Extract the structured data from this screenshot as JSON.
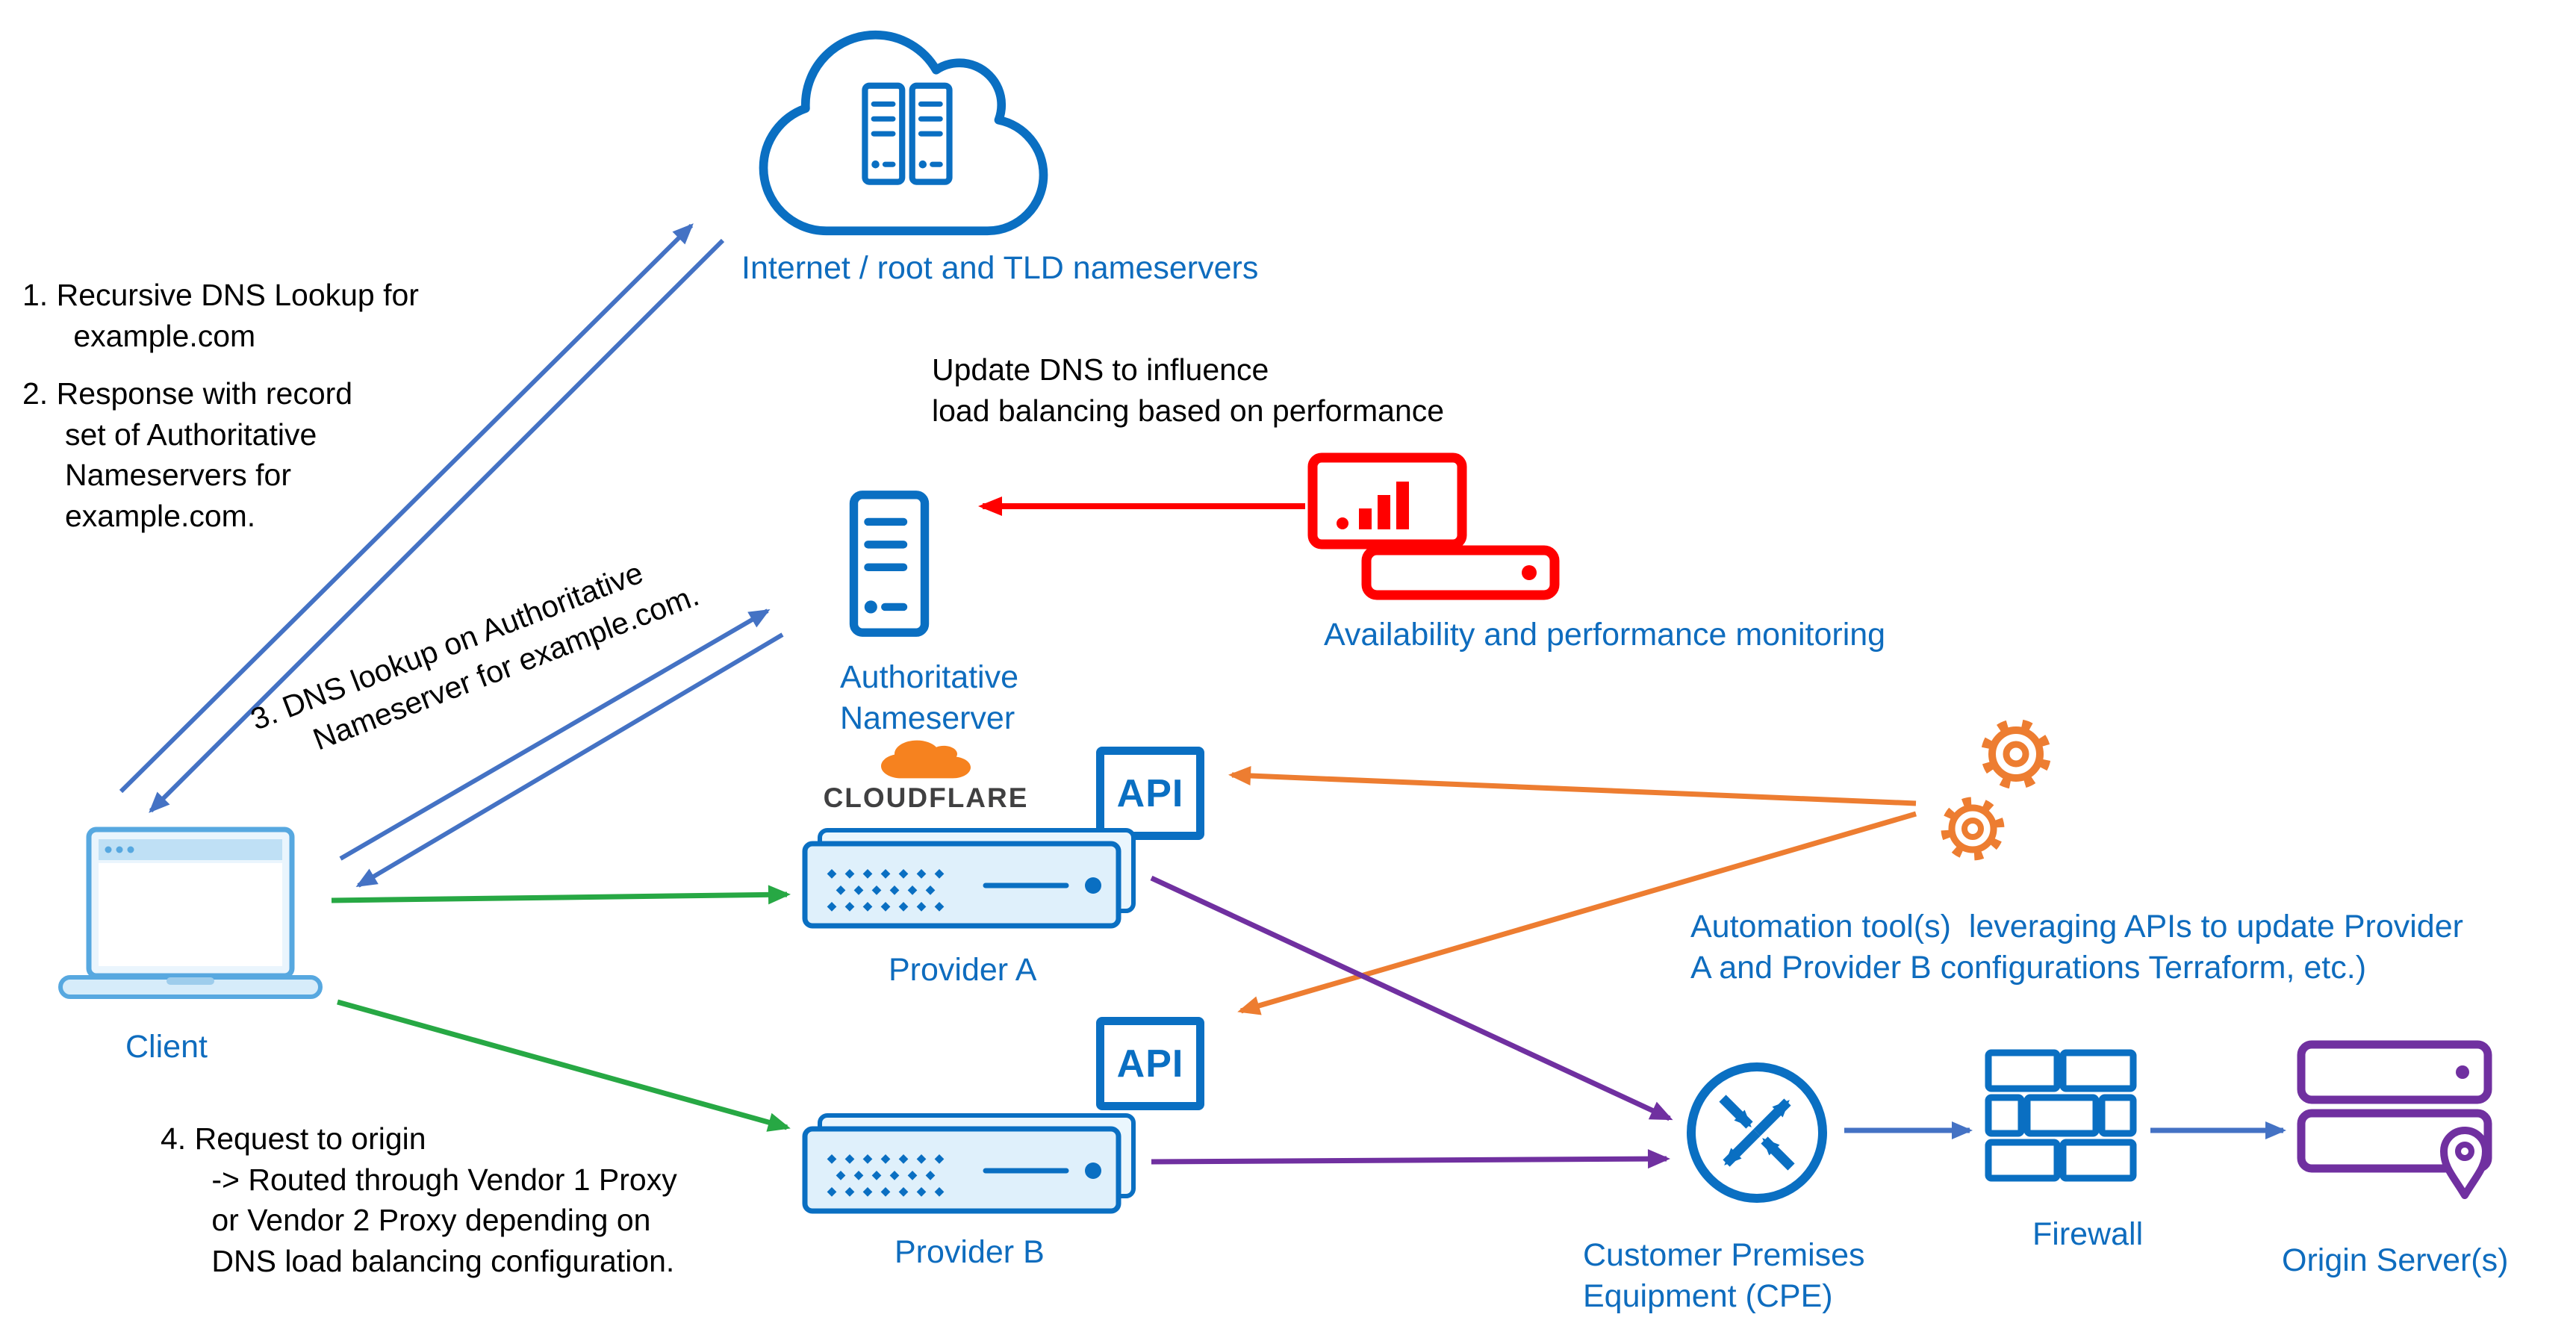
{
  "colors": {
    "icon_blue": "#0a6fc2",
    "label_blue": "#0e6cbe",
    "arrow_blue": "#4472c4",
    "monitor_red": "#ff0000",
    "request_green": "#27a844",
    "automation_orange": "#ed7d31",
    "proxy_purple": "#7030a0",
    "cloudflare_orange": "#f6821f",
    "text_black": "#000000"
  },
  "nodes": {
    "internet": {
      "label": "Internet / root and TLD nameservers"
    },
    "authoritative_ns": {
      "label": "Authoritative\nNameserver"
    },
    "monitoring": {
      "label": "Availability and performance monitoring"
    },
    "client": {
      "label": "Client"
    },
    "provider_a": {
      "label": "Provider A",
      "api_label": "API",
      "vendor_wordmark": "CLOUDFLARE"
    },
    "provider_b": {
      "label": "Provider B",
      "api_label": "API"
    },
    "automation": {
      "label": "Automation tool(s)  leveraging APIs to update Provider\nA and Provider B configurations Terraform, etc.)"
    },
    "cpe": {
      "label": "Customer Premises\nEquipment (CPE)"
    },
    "firewall": {
      "label": "Firewall"
    },
    "origin": {
      "label": "Origin Server(s)"
    }
  },
  "annotations": {
    "step_1": "1. Recursive DNS Lookup for\n      example.com",
    "step_2": "2. Response with record\n     set of Authoritative\n     Nameservers for\n     example.com.",
    "update_dns": "Update DNS to influence\nload balancing based on performance",
    "step_3": "3. DNS lookup on Authoritative\n      Nameserver for example.com.",
    "step_4": "4. Request to origin\n      -> Routed through Vendor 1 Proxy\n      or Vendor 2 Proxy depending on\n      DNS load balancing configuration."
  }
}
